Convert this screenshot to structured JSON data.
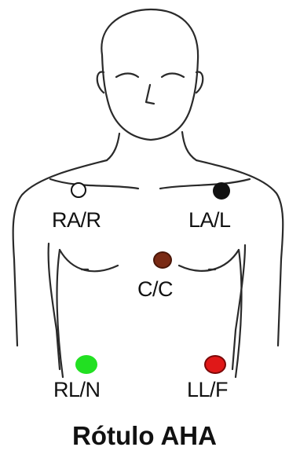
{
  "caption": "Rótulo AHA",
  "electrodes": {
    "ra": {
      "label": "RA/R",
      "color": "#ffffff",
      "border": "#111111"
    },
    "la": {
      "label": "LA/L",
      "color": "#111111",
      "border": "#111111"
    },
    "c": {
      "label": "C/C",
      "color": "#7a2a14",
      "border": "#4a1608"
    },
    "rl": {
      "label": "RL/N",
      "color": "#22e022",
      "border": "#22e022"
    },
    "ll": {
      "label": "LL/F",
      "color": "#e01818",
      "border": "#7a0808"
    }
  }
}
